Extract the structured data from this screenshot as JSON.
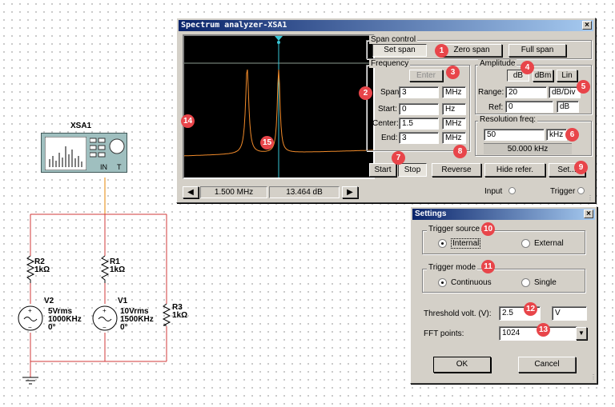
{
  "schematic": {
    "instrument_name": "XSA1",
    "instrument_pins": [
      "IN",
      "T"
    ],
    "components": [
      {
        "ref": "R2",
        "value": "1kΩ"
      },
      {
        "ref": "R1",
        "value": "1kΩ"
      },
      {
        "ref": "R3",
        "value": "1kΩ"
      },
      {
        "ref": "V2",
        "line1": "5Vrms",
        "line2": "1000KHz",
        "line3": "0°"
      },
      {
        "ref": "V1",
        "line1": "10Vrms",
        "line2": "1500KHz",
        "line3": "0°"
      }
    ]
  },
  "analyzer": {
    "title": "Spectrum analyzer-XSA1",
    "close": "×",
    "readout": {
      "frequency": "1.500 MHz",
      "amplitude": "13.464  dB"
    },
    "span_control": {
      "title": "Span control",
      "set_span": "Set span",
      "zero_span": "Zero span",
      "full_span": "Full span"
    },
    "frequency": {
      "title": "Frequency",
      "enter": "Enter",
      "span_label": "Span:",
      "span_value": "3",
      "span_unit": "MHz",
      "start_label": "Start:",
      "start_value": "0",
      "start_unit": "Hz",
      "center_label": "Center:",
      "center_value": "1.5",
      "center_unit": "MHz",
      "end_label": "End:",
      "end_value": "3",
      "end_unit": "MHz"
    },
    "amplitude": {
      "title": "Amplitude",
      "db": "dB",
      "dbm": "dBm",
      "lin": "Lin",
      "range_label": "Range:",
      "range_value": "20",
      "range_unit": "dB/Div",
      "ref_label": "Ref:",
      "ref_value": "0",
      "ref_unit": "dB"
    },
    "resolution": {
      "title": "Resolution freq:",
      "value": "50",
      "unit": "kHz",
      "display": "50.000 kHz"
    },
    "buttons": {
      "start": "Start",
      "stop": "Stop",
      "reverse": "Reverse",
      "hide_ref": "Hide refer.",
      "set": "Set..."
    },
    "terminals": {
      "input": "Input",
      "trigger": "Trigger"
    },
    "spectrum": {
      "peaks_mhz": [
        1.0,
        1.5
      ],
      "span_mhz": [
        0,
        3
      ],
      "trace_color": "#f08a2a",
      "cursor_color": "#39c6d6"
    }
  },
  "settings": {
    "title": "Settings",
    "close": "×",
    "trigger_source": {
      "title": "Trigger source",
      "internal": "Internal",
      "external": "External",
      "selected": "Internal"
    },
    "trigger_mode": {
      "title": "Trigger mode",
      "continuous": "Continuous",
      "single": "Single",
      "selected": "Continuous"
    },
    "threshold_label": "Threshold volt. (V):",
    "threshold_value": "2.5",
    "threshold_unit": "V",
    "fft_label": "FFT points:",
    "fft_value": "1024",
    "ok": "OK",
    "cancel": "Cancel"
  },
  "badges": [
    "1",
    "2",
    "3",
    "4",
    "5",
    "6",
    "7",
    "8",
    "9",
    "10",
    "11",
    "12",
    "13",
    "14",
    "15"
  ],
  "colors": {
    "badge": "#e8454a",
    "wire": "#d23a3a",
    "probe_wire": "#e89a30",
    "window_face": "#d4d0c8",
    "title_start": "#0a246a"
  }
}
